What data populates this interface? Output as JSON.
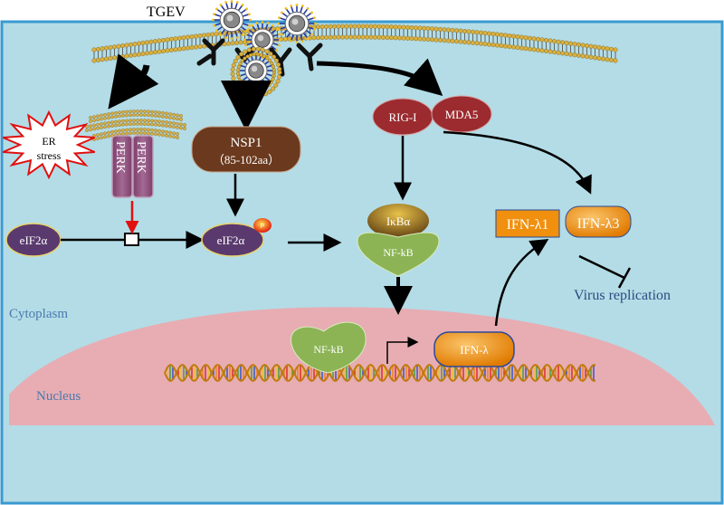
{
  "virus_label": "TGEV",
  "er_stress": {
    "line1": "ER",
    "line2": "stress"
  },
  "perk_label": "PERK",
  "eif2a_left": "eIF2α",
  "eif2a_right": "eIF2α",
  "phospho_mark": "P",
  "nsp1": {
    "line1": "NSP1",
    "line2": "（85-102aa）"
  },
  "rig_i": "RIG-I",
  "mda5": "MDA5",
  "ikba": "IκBα",
  "nfkb_cytoplasm": "NF-kB",
  "nfkb_nucleus": "NF-kB",
  "ifn_lambda1": "IFN-λ1",
  "ifn_lambda3": "IFN-λ3",
  "ifn_lambda": "IFN-λ",
  "virus_replication": "Virus replication",
  "cytoplasm_label": "Cytoplasm",
  "nucleus_label": "Nucleus",
  "colors": {
    "cell_fill": "#b3dce6",
    "nucleus_fill": "#e7adb3",
    "protein_brown": "#6b3a1e",
    "protein_red": "#9b2b2f",
    "protein_purple": "#5a3a6e",
    "nfkb_green": "#8cb455",
    "ifn_orange": "#f0900e",
    "perk_mauve": "#8b4f79",
    "membrane_gold": "#c9a13a"
  }
}
